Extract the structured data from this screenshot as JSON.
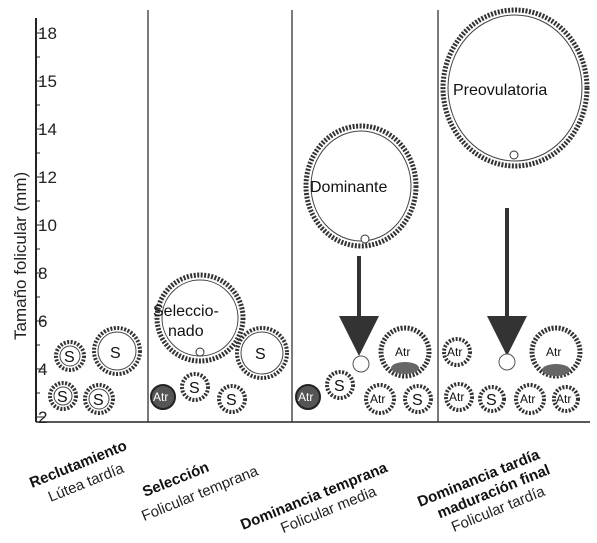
{
  "y_axis": {
    "label": "Tamaño folicular (mm)",
    "ticks": [
      "2",
      "4",
      "6",
      "8",
      "10",
      "12",
      "14",
      "15",
      "18"
    ]
  },
  "stages": [
    {
      "title": "Reclutamiento",
      "subtitle": "Lútea tardía"
    },
    {
      "title": "Selección",
      "subtitle": "Folicular temprana"
    },
    {
      "title": "Dominancia temprana",
      "subtitle": "Folicular media"
    },
    {
      "title": "Dominancia tardía",
      "title2": "maduración final",
      "subtitle": "Folicular tardía"
    }
  ],
  "follicle_labels": {
    "small": "S",
    "atretic": "Atr",
    "selected_1": "Seleccio-",
    "selected_2": "nado",
    "dominant": "Dominante",
    "preovulatory": "Preovulatoria"
  }
}
